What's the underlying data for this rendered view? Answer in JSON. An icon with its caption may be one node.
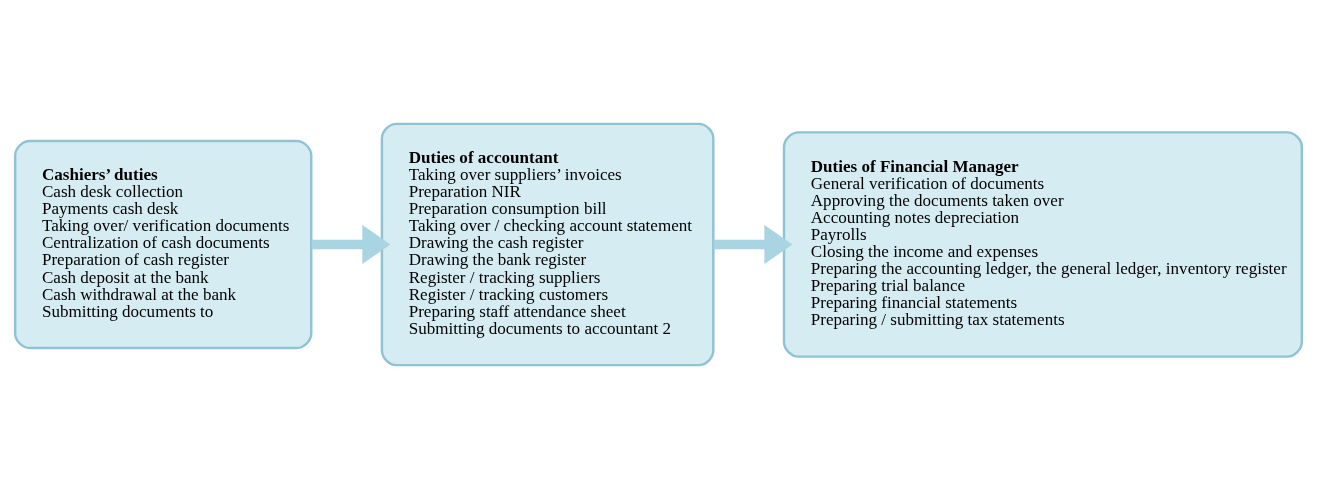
{
  "diagram": {
    "nodes": [
      {
        "text": [
          "Cashiers’ duties",
          "Cash desk collection",
          "Payments cash desk",
          "Taking over/ verification documents",
          "Centralization of cash documents",
          "Preparation of cash register",
          "Cash deposit at the bank",
          "Cash withdrawal at the bank",
          "Submitting documents to"
        ]
      },
      {
        "text": [
          "Duties of accountant",
          "Taking over suppliers’ invoices",
          "Preparation NIR",
          "Preparation consumption bill",
          "Taking over / checking account statement",
          "Drawing the cash register",
          "Drawing the bank register",
          "Register / tracking suppliers",
          "Register / tracking customers",
          "Preparing staff attendance sheet",
          "Submitting documents to accountant 2"
        ]
      },
      {
        "text": [
          "Duties of Financial Manager",
          "General verification of documents",
          "Approving the documents taken over",
          "Accounting notes depreciation",
          "Payrolls",
          "Closing the income and expenses",
          "Preparing the accounting ledger, the general ledger, inventory register",
          "Preparing trial balance",
          "Preparing financial statements",
          "Preparing / submitting tax statements"
        ]
      }
    ],
    "edges": [
      {
        "from": 0,
        "to": 1,
        "arrow": "to"
      },
      {
        "from": 1,
        "to": 2,
        "arrow": "to"
      }
    ]
  }
}
